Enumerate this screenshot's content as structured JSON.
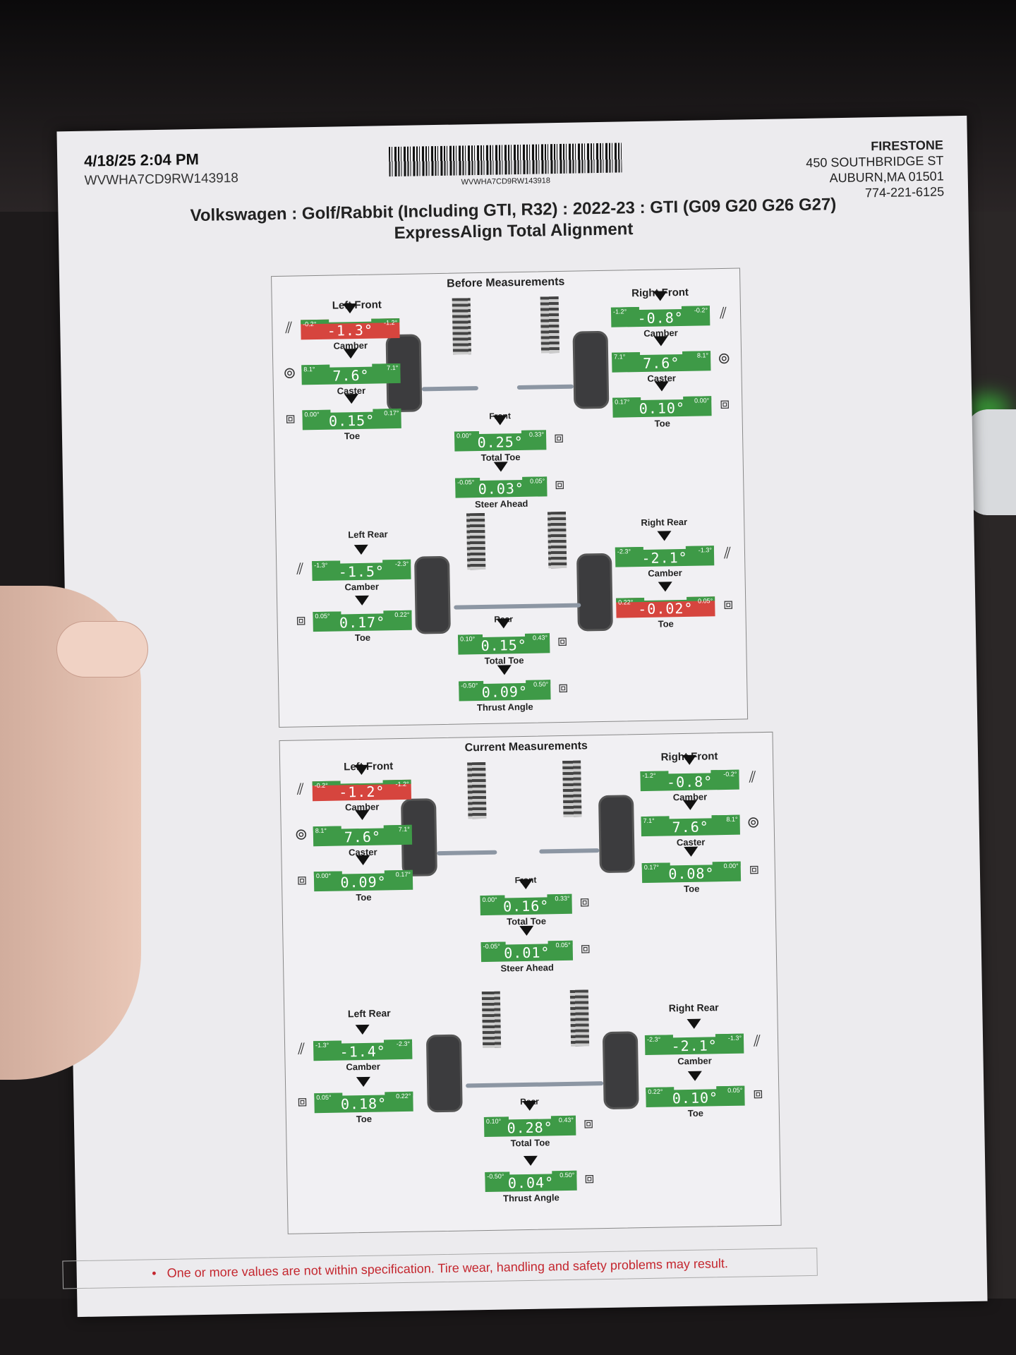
{
  "header": {
    "datetime": "4/18/25 2:04 PM",
    "vin": "WVWHA7CD9RW143918",
    "barcode_text": "WVWHA7CD9RW143918"
  },
  "shop": {
    "name": "FIRESTONE",
    "address1": "450 SOUTHBRIDGE ST",
    "address2": "AUBURN,MA 01501",
    "phone": "774-221-6125"
  },
  "title": {
    "vehicle": "Volkswagen : Golf/Rabbit (Including GTI, R32) : 2022-23 : GTI (G09 G20 G26 G27)",
    "service": "ExpressAlign Total Alignment"
  },
  "before": {
    "title": "Before Measurements",
    "left_front": {
      "label": "Left Front",
      "camber": {
        "value": "-1.3°",
        "lo": "-0.2°",
        "hi": "-1.2°",
        "label": "Camber"
      },
      "caster": {
        "value": "7.6°",
        "lo": "8.1°",
        "hi": "7.1°",
        "label": "Caster"
      },
      "toe": {
        "value": "0.15°",
        "lo": "0.00°",
        "hi": "0.17°",
        "label": "Toe"
      }
    },
    "right_front": {
      "label": "Right Front",
      "camber": {
        "value": "-0.8°",
        "lo": "-1.2°",
        "hi": "-0.2°",
        "label": "Camber"
      },
      "caster": {
        "value": "7.6°",
        "lo": "7.1°",
        "hi": "8.1°",
        "label": "Caster"
      },
      "toe": {
        "value": "0.10°",
        "lo": "0.17°",
        "hi": "0.00°",
        "label": "Toe"
      }
    },
    "front": {
      "label": "Front",
      "total_toe": {
        "value": "0.25°",
        "lo": "0.00°",
        "hi": "0.33°",
        "label": "Total Toe"
      },
      "steer_ahead": {
        "value": "0.03°",
        "lo": "-0.05°",
        "hi": "0.05°",
        "label": "Steer Ahead"
      }
    },
    "left_rear": {
      "label": "Left Rear",
      "camber": {
        "value": "-1.5°",
        "lo": "-1.3°",
        "hi": "-2.3°",
        "label": "Camber"
      },
      "toe": {
        "value": "0.17°",
        "lo": "0.05°",
        "hi": "0.22°",
        "label": "Toe"
      }
    },
    "right_rear": {
      "label": "Right Rear",
      "camber": {
        "value": "-2.1°",
        "lo": "-2.3°",
        "hi": "-1.3°",
        "label": "Camber"
      },
      "toe": {
        "value": "-0.02°",
        "lo": "0.22°",
        "hi": "0.05°",
        "label": "Toe"
      }
    },
    "rear": {
      "label": "Rear",
      "total_toe": {
        "value": "0.15°",
        "lo": "0.10°",
        "hi": "0.43°",
        "label": "Total Toe"
      },
      "thrust": {
        "value": "0.09°",
        "lo": "-0.50°",
        "hi": "0.50°",
        "label": "Thrust Angle"
      }
    }
  },
  "current": {
    "title": "Current Measurements",
    "left_front": {
      "label": "Left Front",
      "camber": {
        "value": "-1.2°",
        "lo": "-0.2°",
        "hi": "-1.2°",
        "label": "Camber"
      },
      "caster": {
        "value": "7.6°",
        "lo": "8.1°",
        "hi": "7.1°",
        "label": "Caster"
      },
      "toe": {
        "value": "0.09°",
        "lo": "0.00°",
        "hi": "0.17°",
        "label": "Toe"
      }
    },
    "right_front": {
      "label": "Right Front",
      "camber": {
        "value": "-0.8°",
        "lo": "-1.2°",
        "hi": "-0.2°",
        "label": "Camber"
      },
      "caster": {
        "value": "7.6°",
        "lo": "7.1°",
        "hi": "8.1°",
        "label": "Caster"
      },
      "toe": {
        "value": "0.08°",
        "lo": "0.17°",
        "hi": "0.00°",
        "label": "Toe"
      }
    },
    "front": {
      "label": "Front",
      "total_toe": {
        "value": "0.16°",
        "lo": "0.00°",
        "hi": "0.33°",
        "label": "Total Toe"
      },
      "steer_ahead": {
        "value": "0.01°",
        "lo": "-0.05°",
        "hi": "0.05°",
        "label": "Steer Ahead"
      }
    },
    "left_rear": {
      "label": "Left Rear",
      "camber": {
        "value": "-1.4°",
        "lo": "-1.3°",
        "hi": "-2.3°",
        "label": "Camber"
      },
      "toe": {
        "value": "0.18°",
        "lo": "0.05°",
        "hi": "0.22°",
        "label": "Toe"
      }
    },
    "right_rear": {
      "label": "Right Rear",
      "camber": {
        "value": "-2.1°",
        "lo": "-2.3°",
        "hi": "-1.3°",
        "label": "Camber"
      },
      "toe": {
        "value": "0.10°",
        "lo": "0.22°",
        "hi": "0.05°",
        "label": "Toe"
      }
    },
    "rear": {
      "label": "Rear",
      "total_toe": {
        "value": "0.28°",
        "lo": "0.10°",
        "hi": "0.43°",
        "label": "Total Toe"
      },
      "thrust": {
        "value": "0.04°",
        "lo": "-0.50°",
        "hi": "0.50°",
        "label": "Thrust Angle"
      }
    }
  },
  "footer": {
    "bullet": "•",
    "warning": "One or more values are not within specification.  Tire wear, handling and safety problems may result."
  },
  "colors": {
    "in_spec": "#3e9a47",
    "out_of_spec": "#d6453e",
    "warning_text": "#c4262e"
  }
}
